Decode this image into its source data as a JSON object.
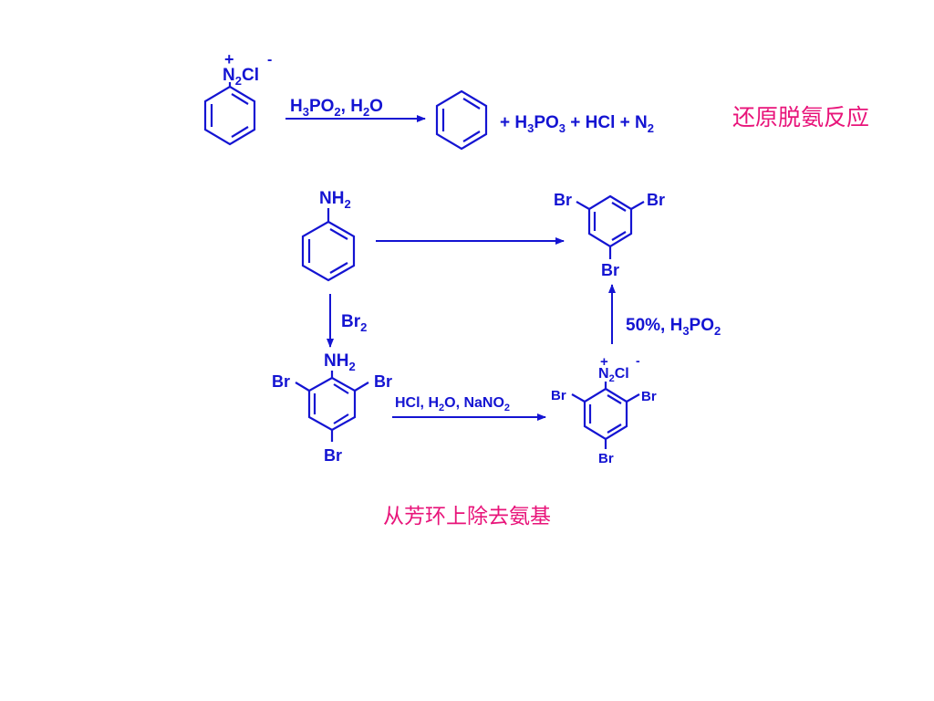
{
  "colors": {
    "ink": "#1414d2",
    "title": "#e8147a"
  },
  "reaction1": {
    "reactant": {
      "n": "N",
      "n_sub": "2",
      "cl": "Cl",
      "plus": "+",
      "minus": "-"
    },
    "conditions": {
      "h": "H",
      "h_sub": "3",
      "po": "PO",
      "po_sub": "2",
      "sep": ", H",
      "h2_sub": "2",
      "o": "O"
    },
    "products": {
      "lead": "+ H",
      "s1": "3",
      "po": "PO",
      "s2": "3",
      "mid": " + HCl + N",
      "s3": "2"
    },
    "label": "还原脱氨反应"
  },
  "scheme": {
    "aniline": {
      "nh": "NH",
      "sub": "2"
    },
    "reagent_bromine": {
      "br": "Br",
      "sub": "2"
    },
    "tribromoaniline": {
      "nh": "NH",
      "sub": "2",
      "br_left": "Br",
      "br_right": "Br",
      "br_bottom": "Br"
    },
    "reagent_diazotization": {
      "a": "HCl, H",
      "s1": "2",
      "b": "O, NaNO",
      "s2": "2"
    },
    "diazonium": {
      "n": "N",
      "n_sub": "2",
      "cl": "Cl",
      "plus": "+",
      "minus": "-",
      "br_left": "Br",
      "br_right": "Br",
      "br_bottom": "Br"
    },
    "reagent_reduction": {
      "a": "50%, H",
      "s1": "3",
      "b": "PO",
      "s2": "2"
    },
    "tribromobenzene": {
      "br_left": "Br",
      "br_right": "Br",
      "br_bottom": "Br"
    },
    "label": "从芳环上除去氨基"
  }
}
